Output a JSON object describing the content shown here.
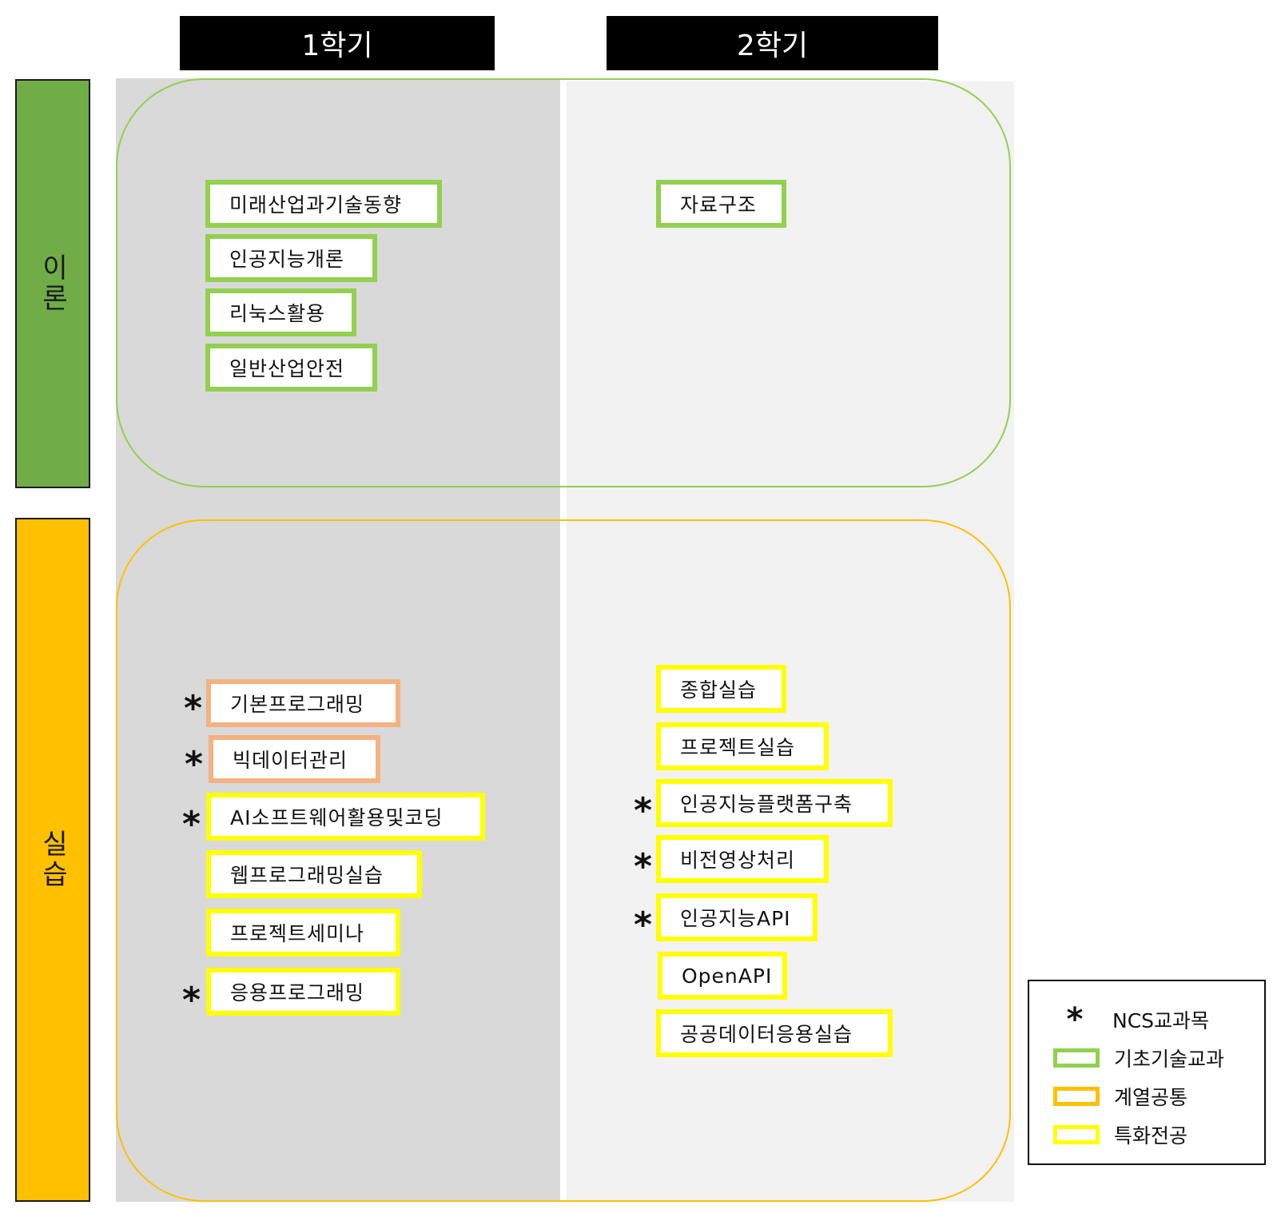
{
  "semesters": {
    "first": "1학기",
    "second": "2학기"
  },
  "categories": {
    "theory": "이론",
    "practice": "실습"
  },
  "courses": {
    "theory_sem1": [
      "미래산업과기술동향",
      "인공지능개론",
      "리눅스활용",
      "일반산업안전"
    ],
    "theory_sem2": [
      "자료구조"
    ],
    "practice_sem1": [
      "기본프로그래밍",
      "빅데이터관리",
      "AI소프트웨어활용및코딩",
      "웹프로그래밍실습",
      "프로젝트세미나",
      "응용프로그래밍"
    ],
    "practice_sem2": [
      "종합실습",
      "프로젝트실습",
      "인공지능플랫폼구축",
      "비전영상처리",
      "인공지능API",
      "OpenAPI",
      "공공데이터응용실습"
    ]
  },
  "ncs_mark": "*",
  "legend": {
    "ncs": "NCS교과목",
    "basic": "기초기술교과",
    "common": "계열공통",
    "special": "특화전공"
  },
  "colors": {
    "basic": "#92d050",
    "common": "#ffc000",
    "common_course_border": "#f4b183",
    "special": "#ffff00",
    "theory_bar": "#70ad47",
    "practice_bar": "#ffc000"
  }
}
